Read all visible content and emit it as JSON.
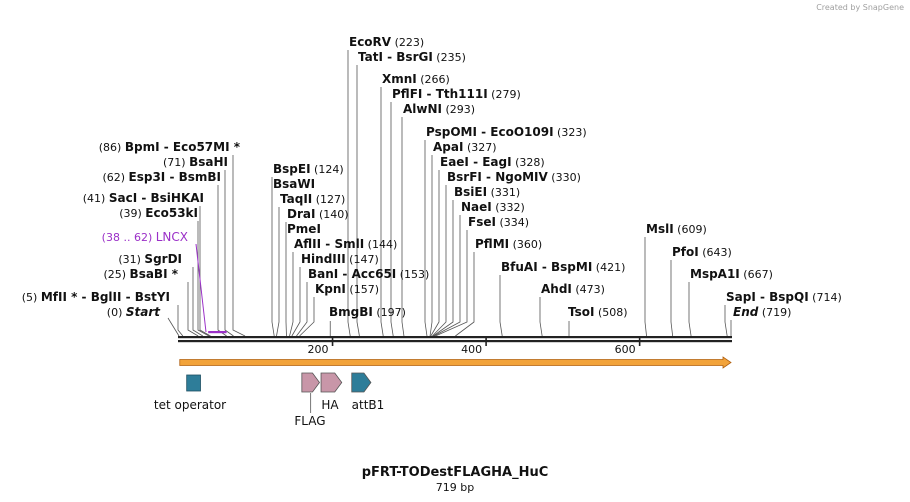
{
  "credit": "Created by SnapGene",
  "title": "pFRT-TODestFLAGHA_HuC",
  "length_label": "719 bp",
  "sequence_length": 719,
  "scale_ticks": [
    {
      "value": 200,
      "label": "200"
    },
    {
      "value": 400,
      "label": "400"
    },
    {
      "value": 600,
      "label": "600"
    }
  ],
  "colors": {
    "backbone": "#222222",
    "orf_fill": "#f2a33a",
    "orf_stroke": "#b06010",
    "lncx": "#9b30c8",
    "flag_ha": "#c896a8",
    "teal": "#2e7d99"
  },
  "orf": {
    "start": 1,
    "end": 719
  },
  "start_site": {
    "pos": "(0)",
    "name": "Start"
  },
  "end_site": {
    "name": "End",
    "pos": "(719)"
  },
  "left_sites": [
    {
      "pos": "(86)",
      "name": "BpmI  -  Eco57MI *",
      "bp": 86
    },
    {
      "pos": "(71)",
      "name": "BsaHI",
      "bp": 71
    },
    {
      "pos": "(62)",
      "name": "Esp3I  -  BsmBI",
      "bp": 62
    },
    {
      "pos": "(41)",
      "name": "SacI  -  BsiHKAI",
      "bp": 41
    },
    {
      "pos": "(39)",
      "name": "Eco53kI",
      "bp": 39
    },
    {
      "pos": "(31)",
      "name": "SgrDI",
      "bp": 31
    },
    {
      "pos": "(25)",
      "name": "BsaBI *",
      "bp": 25
    },
    {
      "pos": "(5)",
      "name": "MfII *  -  BglII  -  BstYI",
      "bp": 5
    }
  ],
  "lncx": {
    "pos": "(38 .. 62)",
    "name": "LNCX",
    "start": 38,
    "end": 62
  },
  "right_sites": [
    {
      "name": "EcoRV",
      "pos": "(223)",
      "bp": 223
    },
    {
      "name": "TatI  -  BsrGI",
      "pos": "(235)",
      "bp": 235
    },
    {
      "name": "XmnI",
      "pos": "(266)",
      "bp": 266
    },
    {
      "name": "PflFI  -  Tth111I",
      "pos": "(279)",
      "bp": 279
    },
    {
      "name": "AlwNI",
      "pos": "(293)",
      "bp": 293
    },
    {
      "name": "PspOMI  -  EcoO109I",
      "pos": "(323)",
      "bp": 323
    },
    {
      "name": "ApaI",
      "pos": "(327)",
      "bp": 327
    },
    {
      "name": "EaeI  -  EagI",
      "pos": "(328)",
      "bp": 328
    },
    {
      "name": "BsrFI  -  NgoMIV",
      "pos": "(330)",
      "bp": 330
    },
    {
      "name": "BsiEI",
      "pos": "(331)",
      "bp": 331
    },
    {
      "name": "NaeI",
      "pos": "(332)",
      "bp": 332
    },
    {
      "name": "FseI",
      "pos": "(334)",
      "bp": 334
    },
    {
      "name": "PflMI",
      "pos": "(360)",
      "bp": 360
    },
    {
      "name": "BspEI",
      "pos": "(124)",
      "bp": 124
    },
    {
      "name": "BsaWI",
      "pos": "",
      "bp": 124
    },
    {
      "name": "TaqII",
      "pos": "(127)",
      "bp": 127
    },
    {
      "name": "DraI",
      "pos": "(140)",
      "bp": 140
    },
    {
      "name": "PmeI",
      "pos": "",
      "bp": 140
    },
    {
      "name": "AflII  -  SmlI",
      "pos": "(144)",
      "bp": 144
    },
    {
      "name": "HindIII",
      "pos": "(147)",
      "bp": 147
    },
    {
      "name": "BanI  -  Acc65I",
      "pos": "(153)",
      "bp": 153
    },
    {
      "name": "KpnI",
      "pos": "(157)",
      "bp": 157
    },
    {
      "name": "BmgBI",
      "pos": "(197)",
      "bp": 197
    },
    {
      "name": "BfuAI  -  BspMI",
      "pos": "(421)",
      "bp": 421
    },
    {
      "name": "AhdI",
      "pos": "(473)",
      "bp": 473
    },
    {
      "name": "TsoI",
      "pos": "(508)",
      "bp": 508
    },
    {
      "name": "MslI",
      "pos": "(609)",
      "bp": 609
    },
    {
      "name": "PfoI",
      "pos": "(643)",
      "bp": 643
    },
    {
      "name": "MspA1I",
      "pos": "(667)",
      "bp": 667
    },
    {
      "name": "SapI  -  BspQI",
      "pos": "(714)",
      "bp": 714
    }
  ],
  "features": [
    {
      "name": "tet operator",
      "type": "box",
      "color": "teal",
      "start": 10,
      "end": 28
    },
    {
      "name": "FLAG",
      "type": "arrow",
      "color": "flag_ha",
      "start": 160,
      "end": 183
    },
    {
      "name": "HA",
      "type": "arrow",
      "color": "flag_ha",
      "start": 185,
      "end": 212
    },
    {
      "name": "attB1",
      "type": "arrow",
      "color": "teal",
      "start": 225,
      "end": 250
    }
  ]
}
